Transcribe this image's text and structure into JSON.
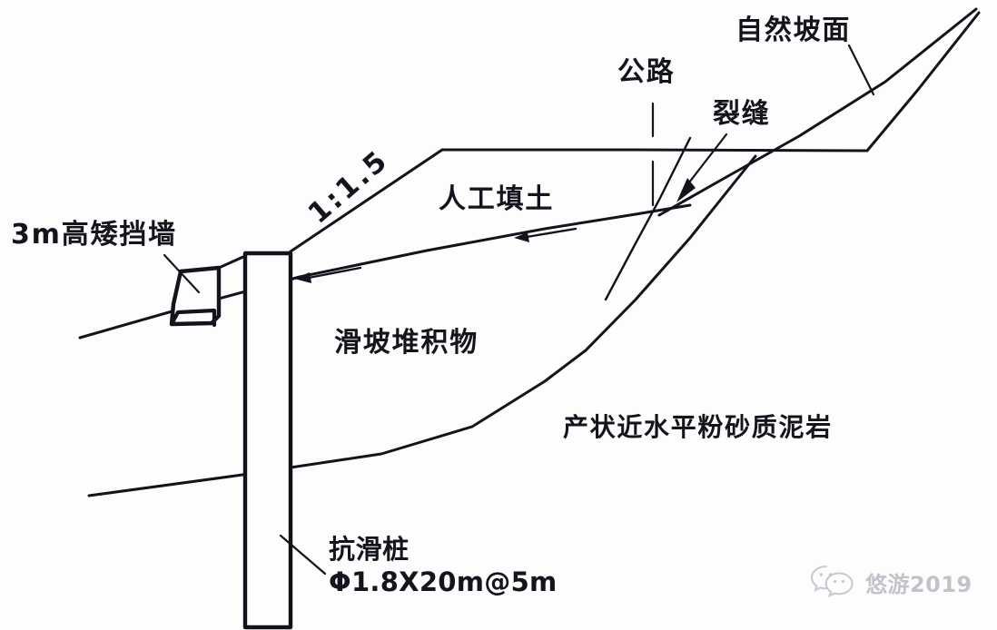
{
  "diagram": {
    "type": "engineering-cross-section",
    "subject": "滑坡治理工程断面图",
    "background_color": "#fdfdfd",
    "ink_color": "#13131c"
  },
  "labels": {
    "retaining_wall": "3m高矮挡墙",
    "slope_ratio": "1:1.5",
    "artificial_fill": "人工填土",
    "highway": "公路",
    "crack": "裂缝",
    "natural_slope": "自然坡面",
    "landslide_deposit": "滑坡堆积物",
    "bedrock": "产状近水平粉砂质泥岩",
    "pile_name": "抗滑桩",
    "pile_spec": "Φ1.8X20m@5m"
  },
  "annotations": {
    "slip_direction_arrow_count": 2,
    "leader_lines": [
      "retaining-wall-leader",
      "highway-dashed-leader",
      "crack-leader",
      "natural-slope-leader",
      "pile-leader"
    ]
  },
  "watermark": {
    "text": "悠游2019",
    "logo": "wechat-icon",
    "color": "#9b9bad"
  }
}
